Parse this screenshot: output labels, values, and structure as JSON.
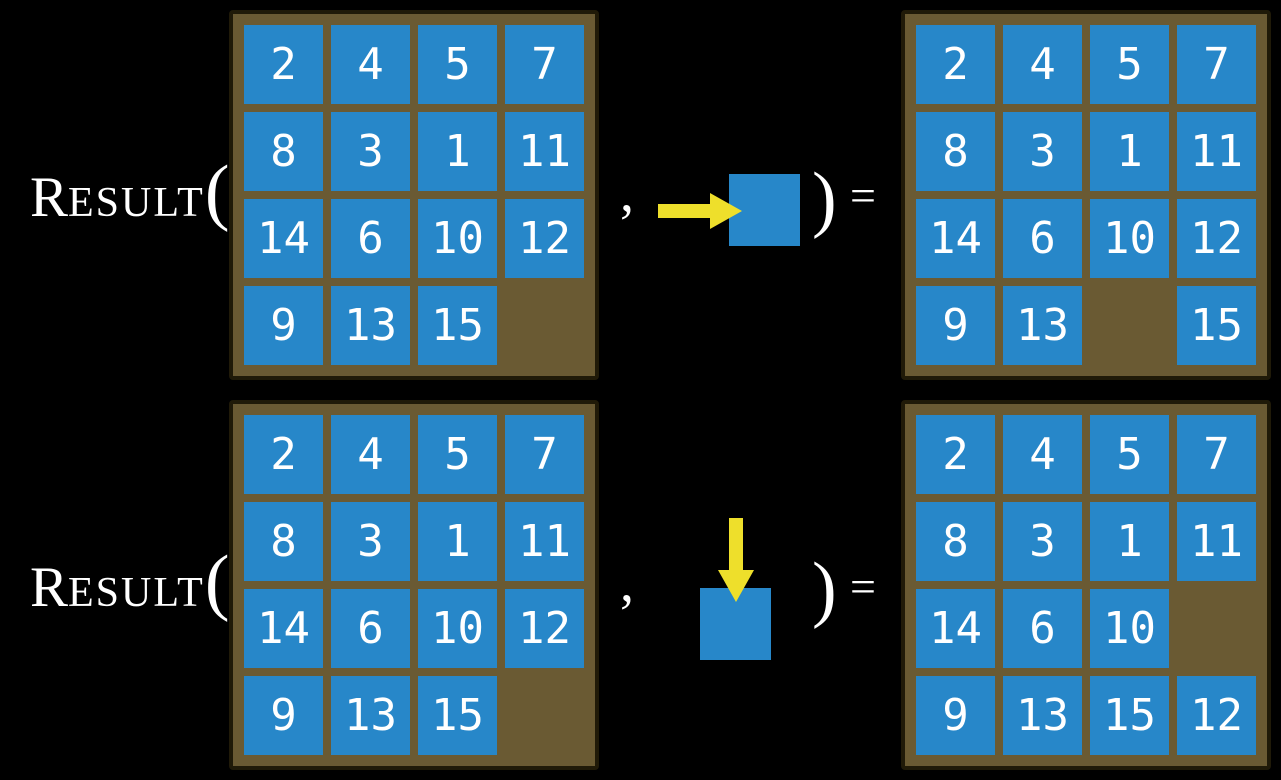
{
  "colors": {
    "tile_blue": "#2787c9",
    "board_brown": "#6a5a33",
    "board_border": "#201a08",
    "arrow_yellow": "#eedf2b",
    "text_white": "#ffffff",
    "bg_black": "#000000"
  },
  "function": {
    "initial": "R",
    "rest": "ESULT",
    "open_paren": "(",
    "comma": ",",
    "close_paren": ")",
    "equals": "="
  },
  "equations": [
    {
      "action": {
        "icon": "arrow-right-icon",
        "direction": "right"
      },
      "input_grid": [
        [
          2,
          4,
          5,
          7
        ],
        [
          8,
          3,
          1,
          11
        ],
        [
          14,
          6,
          10,
          12
        ],
        [
          9,
          13,
          15,
          null
        ]
      ],
      "output_grid": [
        [
          2,
          4,
          5,
          7
        ],
        [
          8,
          3,
          1,
          11
        ],
        [
          14,
          6,
          10,
          12
        ],
        [
          9,
          13,
          null,
          15
        ]
      ]
    },
    {
      "action": {
        "icon": "arrow-down-icon",
        "direction": "down"
      },
      "input_grid": [
        [
          2,
          4,
          5,
          7
        ],
        [
          8,
          3,
          1,
          11
        ],
        [
          14,
          6,
          10,
          12
        ],
        [
          9,
          13,
          15,
          null
        ]
      ],
      "output_grid": [
        [
          2,
          4,
          5,
          7
        ],
        [
          8,
          3,
          1,
          11
        ],
        [
          14,
          6,
          10,
          null
        ],
        [
          9,
          13,
          15,
          12
        ]
      ]
    }
  ]
}
